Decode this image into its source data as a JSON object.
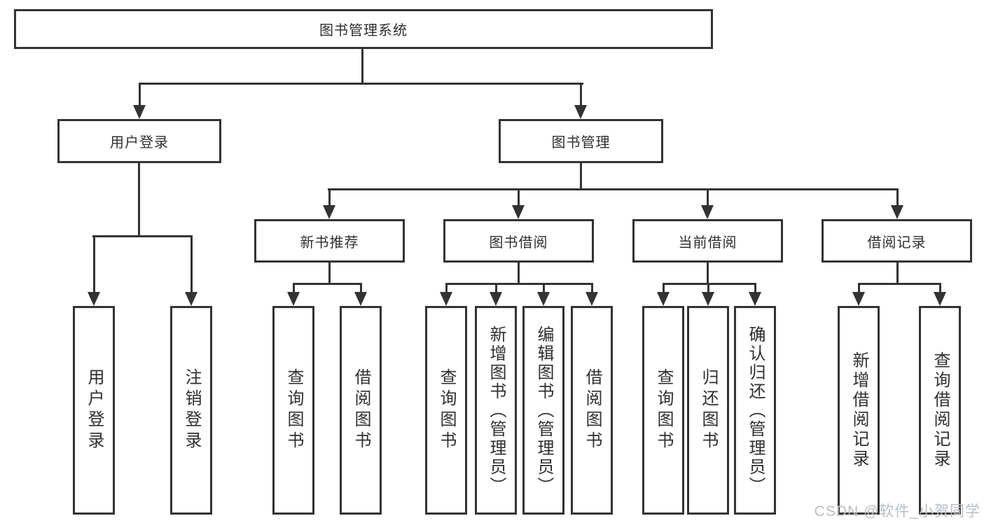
{
  "diagram": {
    "root": {
      "label": "图书管理系统"
    },
    "level2": [
      {
        "label": "用户登录",
        "children": [
          {
            "label": "用户登录"
          },
          {
            "label": "注销登录"
          }
        ]
      },
      {
        "label": "图书管理",
        "children": [
          {
            "label": "新书推荐",
            "children": [
              {
                "label": "查询图书"
              },
              {
                "label": "借阅图书"
              }
            ]
          },
          {
            "label": "图书借阅",
            "children": [
              {
                "label": "查询图书"
              },
              {
                "label": "新增图书（管理员）"
              },
              {
                "label": "编辑图书（管理员）"
              },
              {
                "label": "借阅图书"
              }
            ]
          },
          {
            "label": "当前借阅",
            "children": [
              {
                "label": "查询图书"
              },
              {
                "label": "归还图书"
              },
              {
                "label": "确认归还（管理员）"
              }
            ]
          },
          {
            "label": "借阅记录",
            "children": [
              {
                "label": "新增借阅记录"
              },
              {
                "label": "查询借阅记录"
              }
            ]
          }
        ]
      }
    ]
  },
  "watermark": {
    "text": "CSDN @软件_小贺同学"
  },
  "colors": {
    "line": "#333333",
    "text": "#2f2f2f",
    "watermark": "#b9bdc2"
  }
}
